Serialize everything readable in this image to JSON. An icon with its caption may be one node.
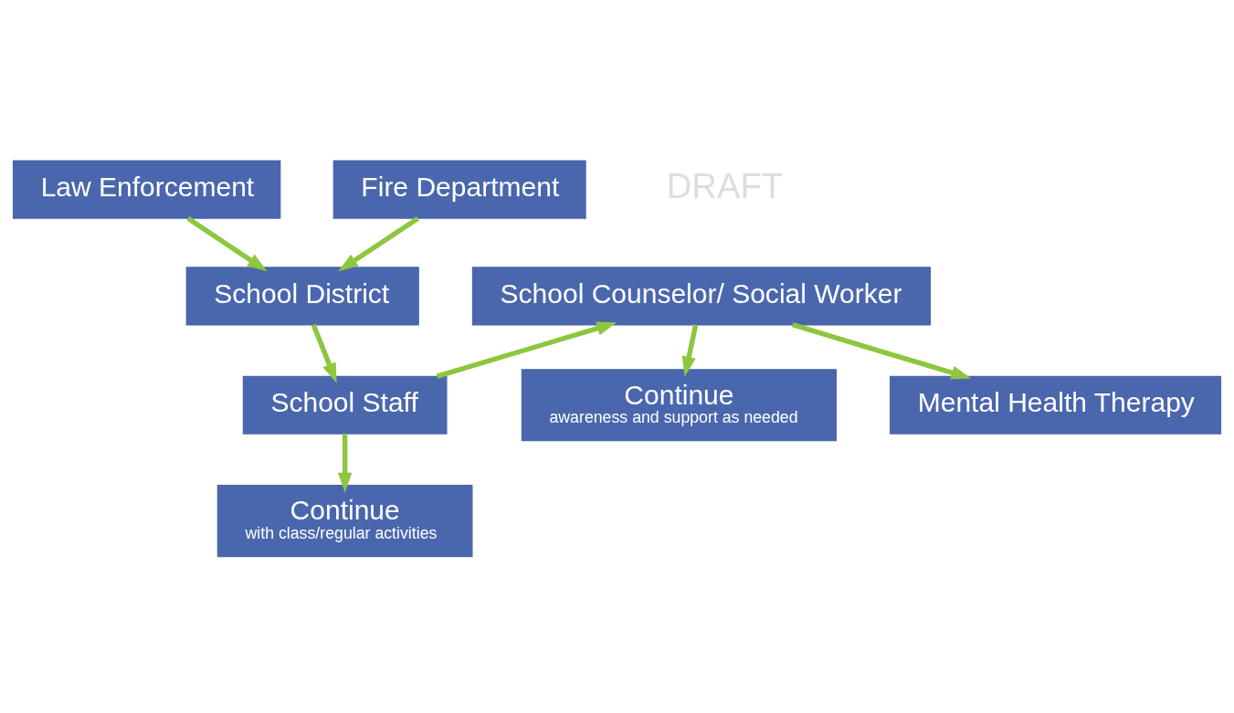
{
  "diagram": {
    "nodes": [
      {
        "text": [
          "Law Enforcement"
        ]
      },
      {
        "text": [
          "Fire Department"
        ]
      },
      {
        "text": [
          "School District"
        ]
      },
      {
        "text": [
          "School Counselor/ Social Worker"
        ]
      },
      {
        "text": [
          "School Staff"
        ]
      },
      {
        "text": [
          "Continue",
          "awareness and support as needed"
        ]
      },
      {
        "text": [
          "Mental Health Therapy"
        ]
      },
      {
        "text": [
          "Continue",
          "with class/regular activities"
        ]
      }
    ],
    "edges": [
      {
        "from": 0,
        "to": 2,
        "arrow": "to"
      },
      {
        "from": 1,
        "to": 2,
        "arrow": "to"
      },
      {
        "from": 2,
        "to": 4,
        "arrow": "to"
      },
      {
        "from": 4,
        "to": 3,
        "arrow": "to"
      },
      {
        "from": 3,
        "to": 5,
        "arrow": "to"
      },
      {
        "from": 3,
        "to": 6,
        "arrow": "to"
      },
      {
        "from": 4,
        "to": 7,
        "arrow": "to"
      }
    ],
    "labels": [
      "DRAFT"
    ]
  }
}
